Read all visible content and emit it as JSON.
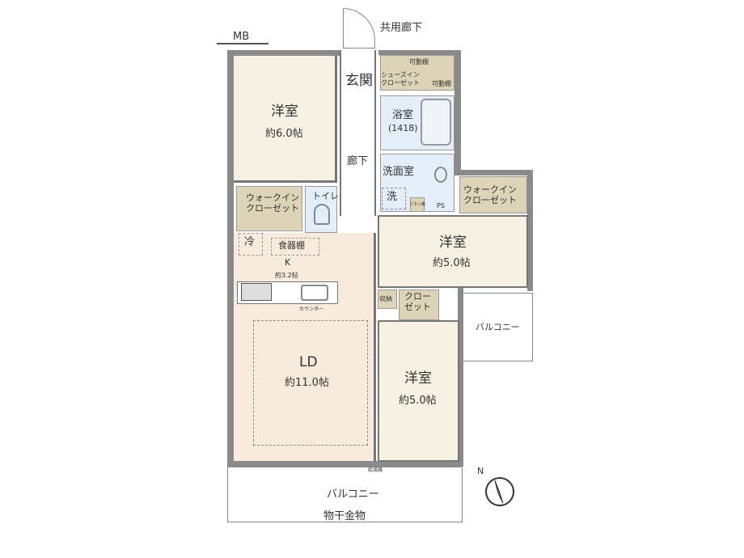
{
  "labels": {
    "mb": "MB",
    "common_corridor": "共用廊下",
    "entrance": "玄関",
    "hallway": "廊下",
    "western1": "洋室",
    "western1_size": "約6.0帖",
    "shoes_closet": "シューズイン\nクローゼット",
    "movable_shelf": "可動棚",
    "bath": "浴室",
    "bath_size": "(1418)",
    "washroom": "洗面室",
    "washer": "洗",
    "linen": "リネン庫",
    "ps": "PS",
    "wic": "ウォークイン\nクローゼット",
    "toilet": "トイレ",
    "fridge": "冷",
    "cupboard": "食器棚",
    "kitchen": "K",
    "kitchen_size": "約3.2帖",
    "counter": "カウンター",
    "western2": "洋室",
    "western2_size": "約5.0帖",
    "storage": "収納",
    "closet": "クロー\nゼット",
    "balcony_side": "バルコニー",
    "ld": "LD",
    "ld_size": "約11.0帖",
    "western3": "洋室",
    "western3_size": "約5.0帖",
    "water_heater": "給湯器",
    "balcony": "バルコニー",
    "drying_rack": "物干金物",
    "north": "N"
  },
  "colors": {
    "room": "#f6f1e2",
    "ld": "#f8ebdc",
    "closet": "#ddd3b6",
    "wet": "#e4eef8",
    "wall": "#8a8a8a"
  }
}
